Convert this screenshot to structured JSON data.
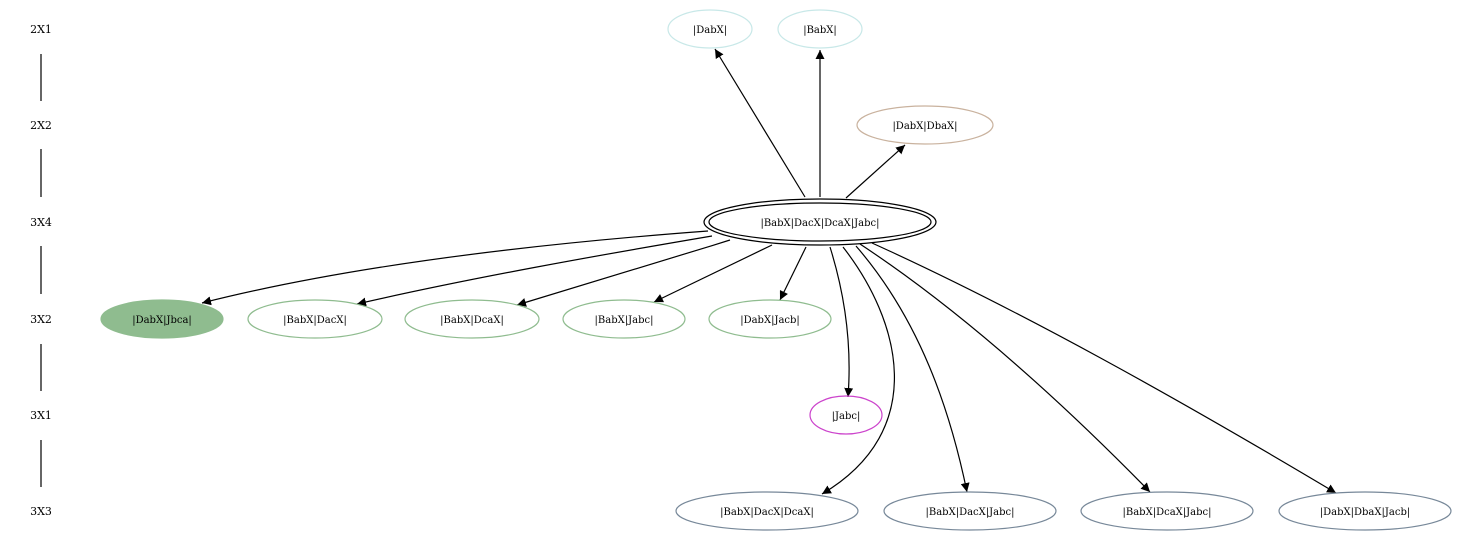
{
  "rank_labels": [
    "2X1",
    "2X2",
    "3X4",
    "3X2",
    "3X1",
    "3X3"
  ],
  "nodes": {
    "dabx": {
      "label": "|DabX|",
      "color": "#c8e8e8"
    },
    "babx": {
      "label": "|BabX|",
      "color": "#c8e8e8"
    },
    "dabx_dbax": {
      "label": "|DabX|DbaX|",
      "color": "#c9b29e"
    },
    "root": {
      "label": "|BabX|DacX|DcaX|Jabc|",
      "color": "#000000"
    },
    "dabx_jbca": {
      "label": "|DabX|Jbca|",
      "color": "#8fbc8f",
      "fill": "#8fbc8f"
    },
    "babx_dacx": {
      "label": "|BabX|DacX|",
      "color": "#8fbc8f"
    },
    "babx_dcax": {
      "label": "|BabX|DcaX|",
      "color": "#8fbc8f"
    },
    "babx_jabc": {
      "label": "|BabX|Jabc|",
      "color": "#8fbc8f"
    },
    "dabx_jacb": {
      "label": "|DabX|Jacb|",
      "color": "#8fbc8f"
    },
    "jabc": {
      "label": "|Jabc|",
      "color": "#cc44cc"
    },
    "babx_dacx_dcax": {
      "label": "|BabX|DacX|DcaX|",
      "color": "#778899"
    },
    "babx_dacx_jabc": {
      "label": "|BabX|DacX|Jabc|",
      "color": "#778899"
    },
    "babx_dcax_jabc": {
      "label": "|BabX|DcaX|Jabc|",
      "color": "#778899"
    },
    "dabx_dbax_jacb": {
      "label": "|DabX|DbaX|Jacb|",
      "color": "#778899"
    }
  }
}
